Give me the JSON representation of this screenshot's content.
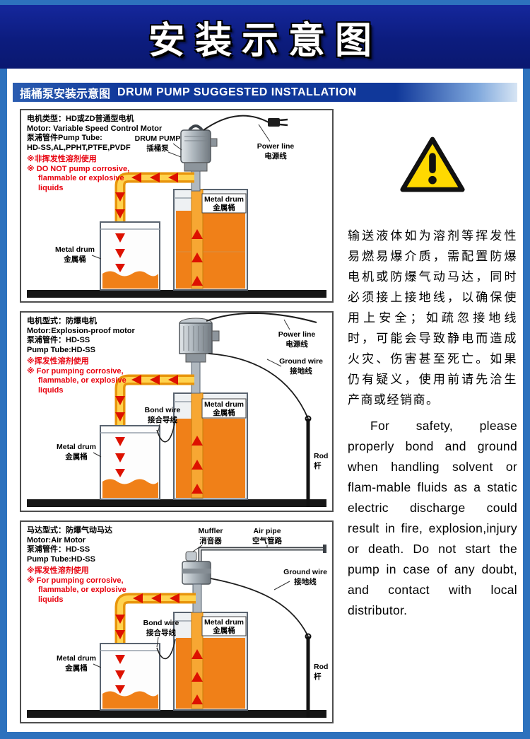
{
  "header": {
    "title": "安装示意图",
    "section_cn": "插桶泵安装示意图",
    "section_en": "DRUM PUMP SUGGESTED INSTALLATION"
  },
  "panels": [
    {
      "info": [
        "电机类型：HD或ZD普通型电机",
        "Motor: Variable Speed Control Motor",
        "泵浦管件Pump Tube:",
        "HD-SS,AL,PPHT,PTFE,PVDF"
      ],
      "warning": [
        "※非挥发性溶剂使用",
        "※ DO NOT pump corrosive,",
        "flammable or explosive",
        "liquids"
      ],
      "labels": {
        "pump_en": "DRUM PUMP",
        "pump_cn": "插桶泵",
        "power_en": "Power line",
        "power_cn": "电源线",
        "big_drum_en": "Metal drum",
        "big_drum_cn": "金属桶",
        "small_drum_en": "Metal drum",
        "small_drum_cn": "金属桶"
      }
    },
    {
      "info": [
        "电机型式：防爆电机",
        "Motor:Explosion-proof motor",
        "泵浦管件：HD-SS",
        "Pump Tube:HD-SS"
      ],
      "warning": [
        "※挥发性溶剂使用",
        "※ For pumping corrosive,",
        "flammable, or explosive",
        "liquids"
      ],
      "labels": {
        "power_en": "Power line",
        "power_cn": "电源线",
        "ground_en": "Ground wire",
        "ground_cn": "接地线",
        "bond_en": "Bond wire",
        "bond_cn": "接合导线",
        "big_drum_en": "Metal drum",
        "big_drum_cn": "金属桶",
        "small_drum_en": "Metal drum",
        "small_drum_cn": "金属桶",
        "rod_en": "Rod",
        "rod_cn": "杆"
      }
    },
    {
      "info": [
        "马达型式：防爆气动马达",
        "Motor:Air Motor",
        "泵浦管件：HD-SS",
        "Pump Tube:HD-SS"
      ],
      "warning": [
        "※挥发性溶剂使用",
        "※ For pumping corrosive,",
        "flammable, or explosive",
        "liquids"
      ],
      "labels": {
        "muffler_en": "Muffler",
        "muffler_cn": "消音器",
        "airpipe_en": "Air pipe",
        "airpipe_cn": "空气管路",
        "ground_en": "Ground wire",
        "ground_cn": "接地线",
        "bond_en": "Bond wire",
        "bond_cn": "接合导线",
        "big_drum_en": "Metal drum",
        "big_drum_cn": "金属桶",
        "small_drum_en": "Metal drum",
        "small_drum_cn": "金属桶",
        "rod_en": "Rod",
        "rod_cn": "杆"
      }
    }
  ],
  "sidebar": {
    "cn_text": "输送液体如为溶剂等挥发性易燃易爆介质，需配置防爆电机或防爆气动马达，同时必须接上接地线，以确保使用上安全；如疏忽接地线时，可能会导致静电而造成火灾、伤害甚至死亡。如果仍有疑义，使用前请先洽生产商或经销商。",
    "en_text": "For safety, please properly bond and ground when handling solvent or flam-mable fluids as a static electric discharge could result in fire, explosion,injury or death. Do not start the pump in case of any doubt, and contact with local distributor."
  },
  "colors": {
    "page_blue": "#2d71bd",
    "banner_blue": "#0c1c7e",
    "bar_blue": "#10389a",
    "liquid_orange": "#f08018",
    "tube_yellow": "#ffd34f",
    "arrow_red": "#dd1100",
    "warning_yellow": "#ffd900",
    "warning_red_text": "#e8000d"
  }
}
